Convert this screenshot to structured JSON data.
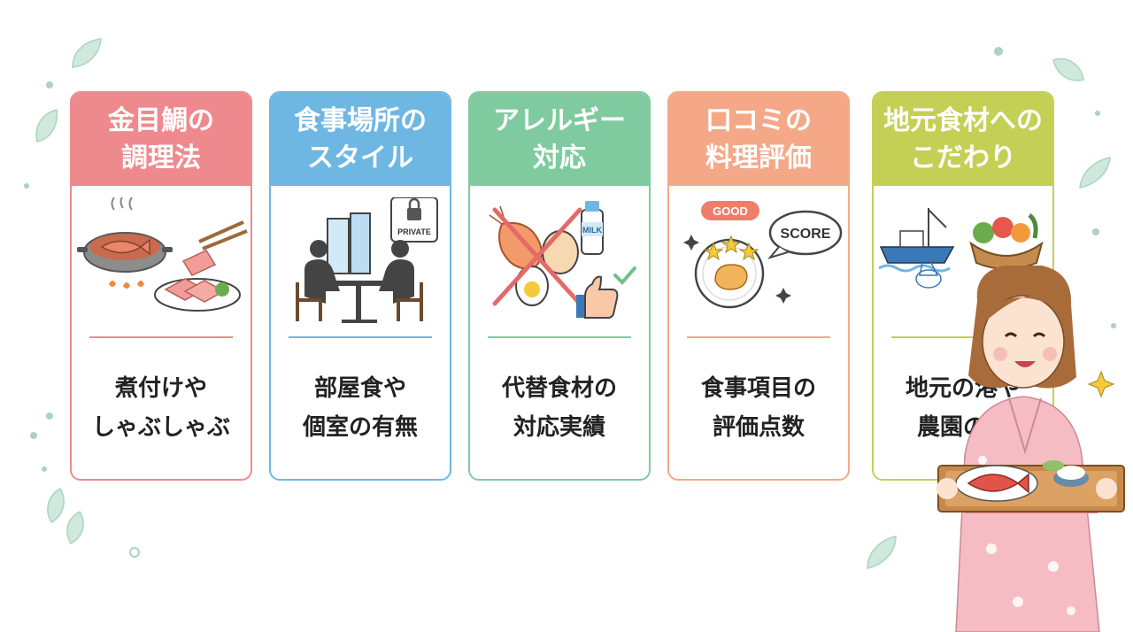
{
  "colors": {
    "card1": "#ee8a8e",
    "card2": "#6fb7e3",
    "card3": "#7fcb9f",
    "card4": "#f4a887",
    "card5": "#c4cf55"
  },
  "cards": [
    {
      "title_lines": [
        "金目鯛の",
        "調理法"
      ],
      "desc_lines": [
        "煮付けや",
        "しゃぶしゃぶ"
      ],
      "illustration": "kinmedai-dishes-icon"
    },
    {
      "title_lines": [
        "食事場所の",
        "スタイル"
      ],
      "desc_lines": [
        "部屋食や",
        "個室の有無"
      ],
      "illustration": "private-dining-icon",
      "badge": "PRIVATE"
    },
    {
      "title_lines": [
        "アレルギー",
        "対応"
      ],
      "desc_lines": [
        "代替食材の",
        "対応実績"
      ],
      "illustration": "allergy-free-icon",
      "badge": "MILK"
    },
    {
      "title_lines": [
        "口コミの",
        "料理評価"
      ],
      "desc_lines": [
        "食事項目の",
        "評価点数"
      ],
      "illustration": "review-score-icon",
      "badge": "GOOD",
      "bubble": "SCORE"
    },
    {
      "title_lines": [
        "地元食材への",
        "こだわり"
      ],
      "desc_lines": [
        "地元の港や",
        "農園の食"
      ],
      "illustration": "local-harvest-icon"
    }
  ]
}
